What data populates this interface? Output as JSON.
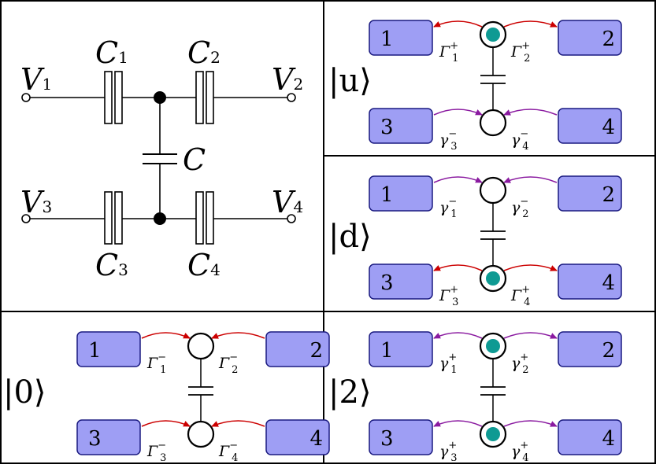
{
  "colors": {
    "box_fill": "#9e9ef4",
    "box_stroke": "#1a1a80",
    "electron": "#0e9a93",
    "arrow_red": "#cc0000",
    "arrow_purple": "#8a1aa0"
  },
  "circuit": {
    "voltages": [
      {
        "main": "V",
        "sub": "1"
      },
      {
        "main": "V",
        "sub": "2"
      },
      {
        "main": "V",
        "sub": "3"
      },
      {
        "main": "V",
        "sub": "4"
      }
    ],
    "capacitors": [
      {
        "main": "C",
        "sub": "1"
      },
      {
        "main": "C",
        "sub": "2"
      },
      {
        "main": "C",
        "sub": "3"
      },
      {
        "main": "C",
        "sub": "4"
      }
    ],
    "coupling": {
      "main": "C",
      "sub": ""
    }
  },
  "panels": [
    {
      "state": "|u⟩",
      "boxes": [
        "1",
        "2",
        "3",
        "4"
      ],
      "top_occupied": true,
      "bottom_occupied": false,
      "rates": [
        {
          "main": "Γ",
          "sub": "1",
          "sup": "+",
          "color": "red",
          "dir": "out"
        },
        {
          "main": "Γ",
          "sub": "2",
          "sup": "+",
          "color": "red",
          "dir": "out"
        },
        {
          "main": "γ",
          "sub": "3",
          "sup": "−",
          "color": "purple",
          "dir": "in"
        },
        {
          "main": "γ",
          "sub": "4",
          "sup": "−",
          "color": "purple",
          "dir": "in"
        }
      ]
    },
    {
      "state": "|d⟩",
      "boxes": [
        "1",
        "2",
        "3",
        "4"
      ],
      "top_occupied": false,
      "bottom_occupied": true,
      "rates": [
        {
          "main": "γ",
          "sub": "1",
          "sup": "−",
          "color": "purple",
          "dir": "in"
        },
        {
          "main": "γ",
          "sub": "2",
          "sup": "−",
          "color": "purple",
          "dir": "in"
        },
        {
          "main": "Γ",
          "sub": "3",
          "sup": "+",
          "color": "red",
          "dir": "out"
        },
        {
          "main": "Γ",
          "sub": "4",
          "sup": "+",
          "color": "red",
          "dir": "out"
        }
      ]
    },
    {
      "state": "|0⟩",
      "boxes": [
        "1",
        "2",
        "3",
        "4"
      ],
      "top_occupied": false,
      "bottom_occupied": false,
      "rates": [
        {
          "main": "Γ",
          "sub": "1",
          "sup": "−",
          "color": "red",
          "dir": "in"
        },
        {
          "main": "Γ",
          "sub": "2",
          "sup": "−",
          "color": "red",
          "dir": "in"
        },
        {
          "main": "Γ",
          "sub": "3",
          "sup": "−",
          "color": "red",
          "dir": "in"
        },
        {
          "main": "Γ",
          "sub": "4",
          "sup": "−",
          "color": "red",
          "dir": "in"
        }
      ]
    },
    {
      "state": "|2⟩",
      "boxes": [
        "1",
        "2",
        "3",
        "4"
      ],
      "top_occupied": true,
      "bottom_occupied": true,
      "rates": [
        {
          "main": "γ",
          "sub": "1",
          "sup": "+",
          "color": "purple",
          "dir": "out"
        },
        {
          "main": "γ",
          "sub": "2",
          "sup": "+",
          "color": "purple",
          "dir": "out"
        },
        {
          "main": "γ",
          "sub": "3",
          "sup": "+",
          "color": "purple",
          "dir": "out"
        },
        {
          "main": "γ",
          "sub": "4",
          "sup": "+",
          "color": "purple",
          "dir": "out"
        }
      ]
    }
  ]
}
